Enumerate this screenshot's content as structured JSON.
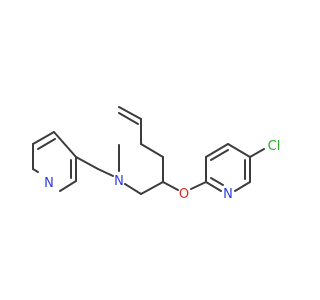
{
  "molecule": {
    "atoms": {
      "n_pyridine_left": "N",
      "n_amine": "N",
      "methyl": "",
      "o_ether": "O",
      "n_pyridine_right": "N",
      "cl": "Cl"
    },
    "colors": {
      "bond": "#3c3c3c",
      "nitrogen": "#2b3ce0",
      "oxygen": "#e0261c",
      "chlorine": "#27b327"
    }
  }
}
